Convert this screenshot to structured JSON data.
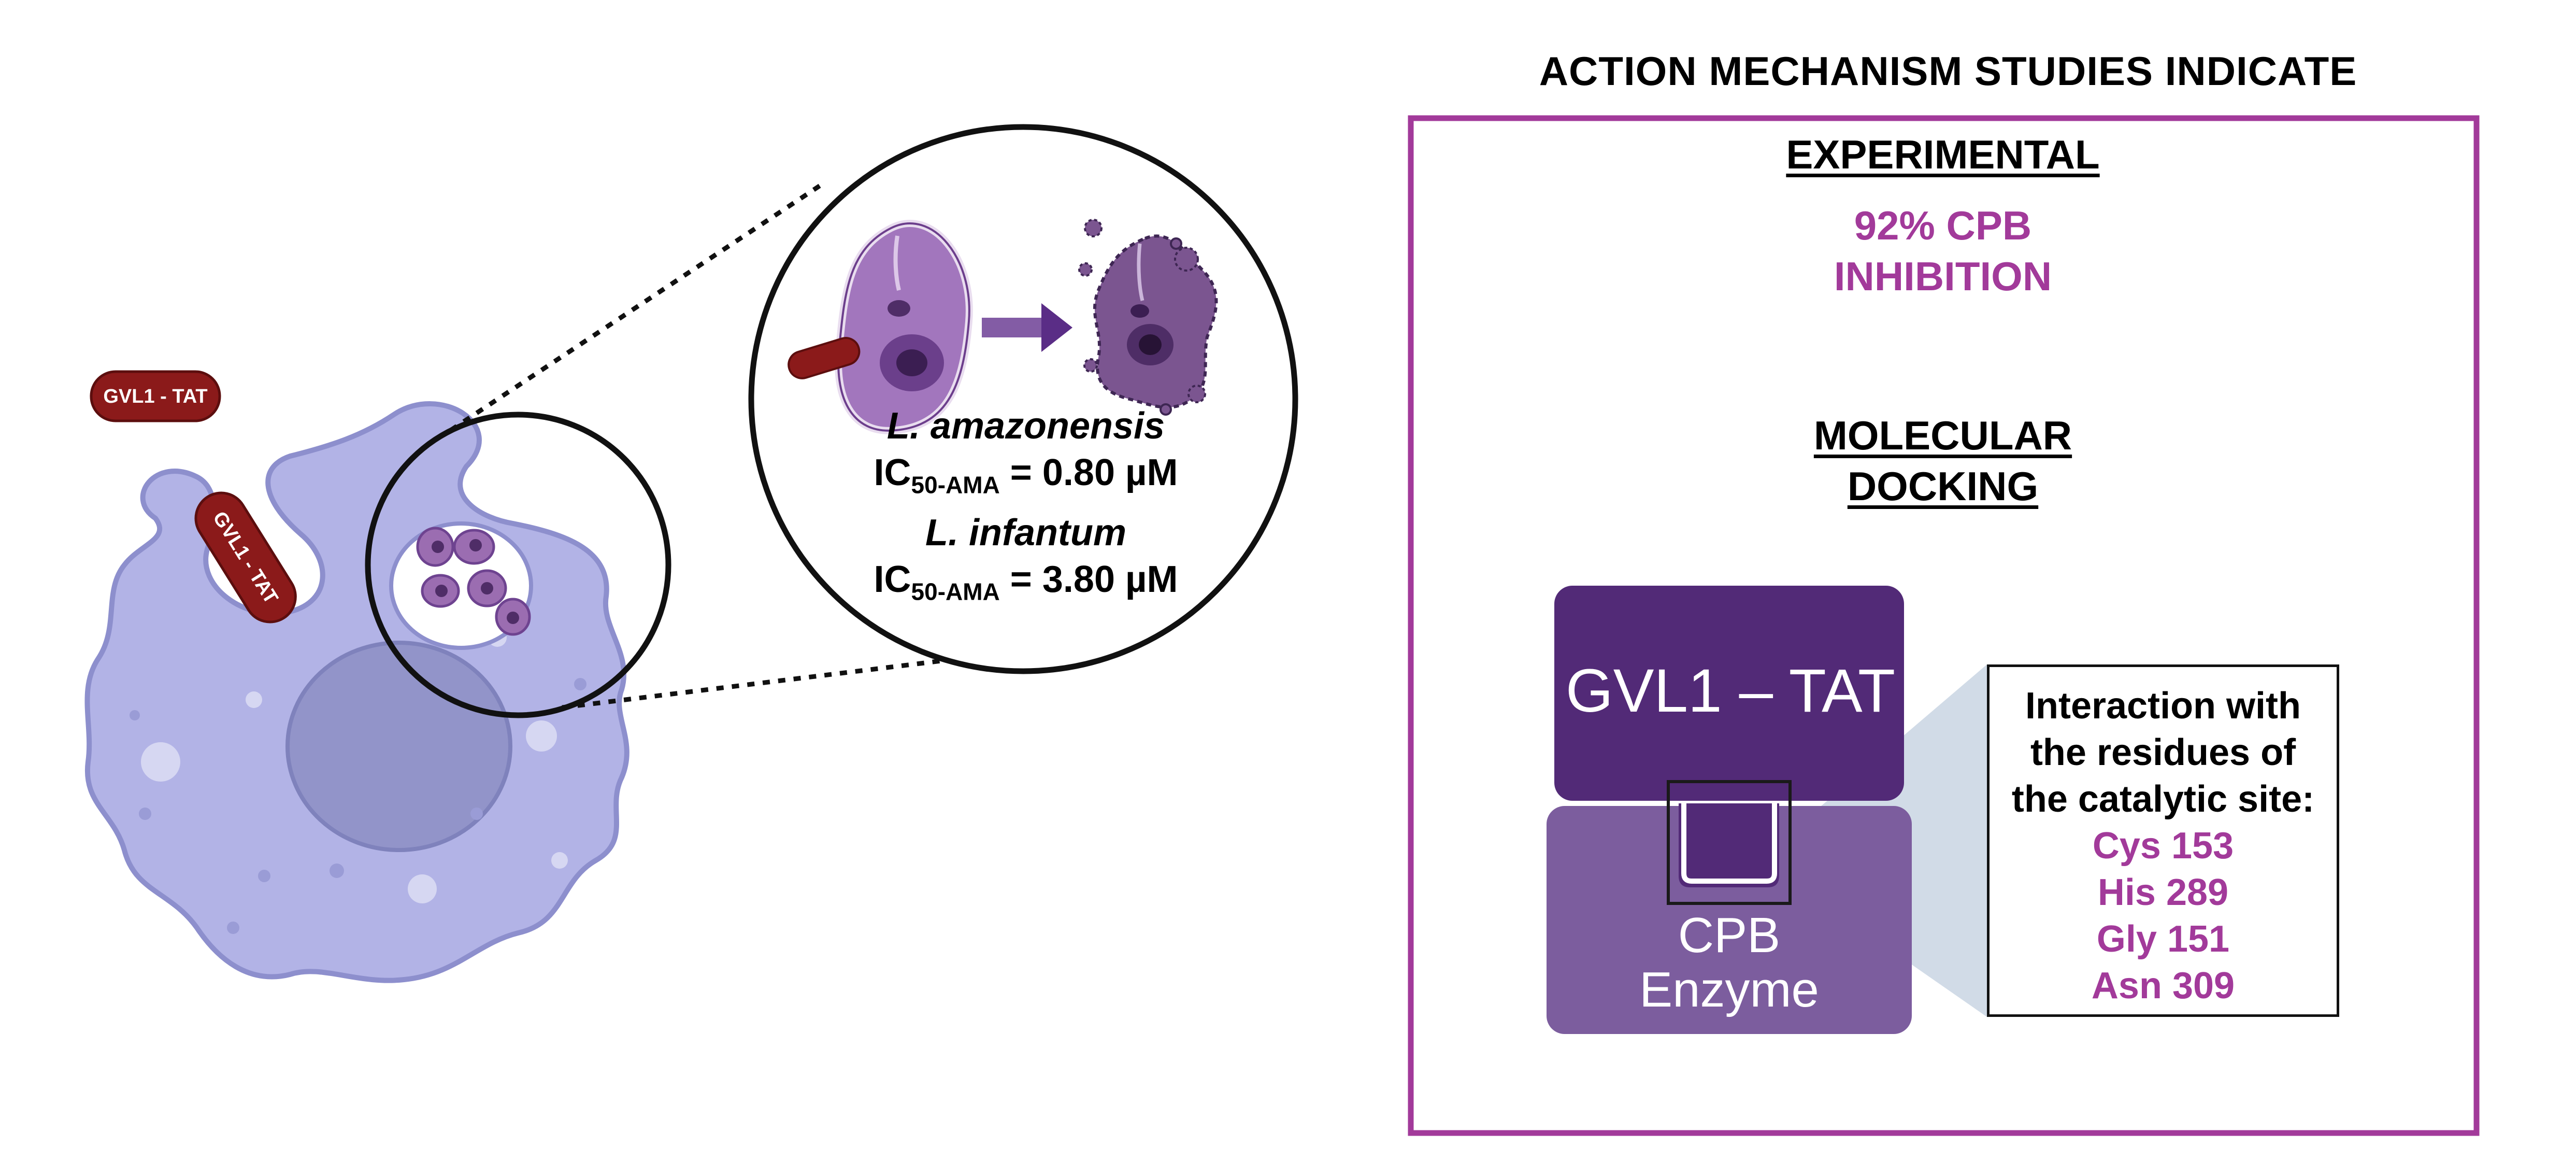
{
  "peptides": {
    "floating_label": "GVL1 - TAT",
    "entering_label": "GVL1 - TAT"
  },
  "lens": {
    "species_1": "L. amazonensis",
    "ic_prefix": "IC",
    "ic_sub": "50-AMA",
    "species_1_value": " = 0.80 µM",
    "species_2": "L. infantum",
    "species_2_value": " = 3.80 µM"
  },
  "panel": {
    "heading": "ACTION MECHANISM STUDIES INDICATE",
    "experimental": {
      "title": "EXPERIMENTAL",
      "result_line_1": "92% CPB",
      "result_line_2": "INHIBITION"
    },
    "docking": {
      "title_line_1": "MOLECULAR",
      "title_line_2": "DOCKING",
      "ligand_label": "GVL1 – TAT",
      "enzyme_label_line_1": "CPB",
      "enzyme_label_line_2": "Enzyme",
      "interaction": {
        "line_1": "Interaction with",
        "line_2": "the residues of",
        "line_3": "the catalytic site:",
        "residues": [
          "Cys 153",
          "His 289",
          "Gly 151",
          "Asn 309"
        ]
      }
    }
  },
  "colors": {
    "accent_magenta": "#a23a9a",
    "ligand_purple": "#522a77",
    "enzyme_purple": "#7c5d9e",
    "cell_lavender": "#b2b3e6",
    "peptide_red": "#8b1a1a"
  }
}
